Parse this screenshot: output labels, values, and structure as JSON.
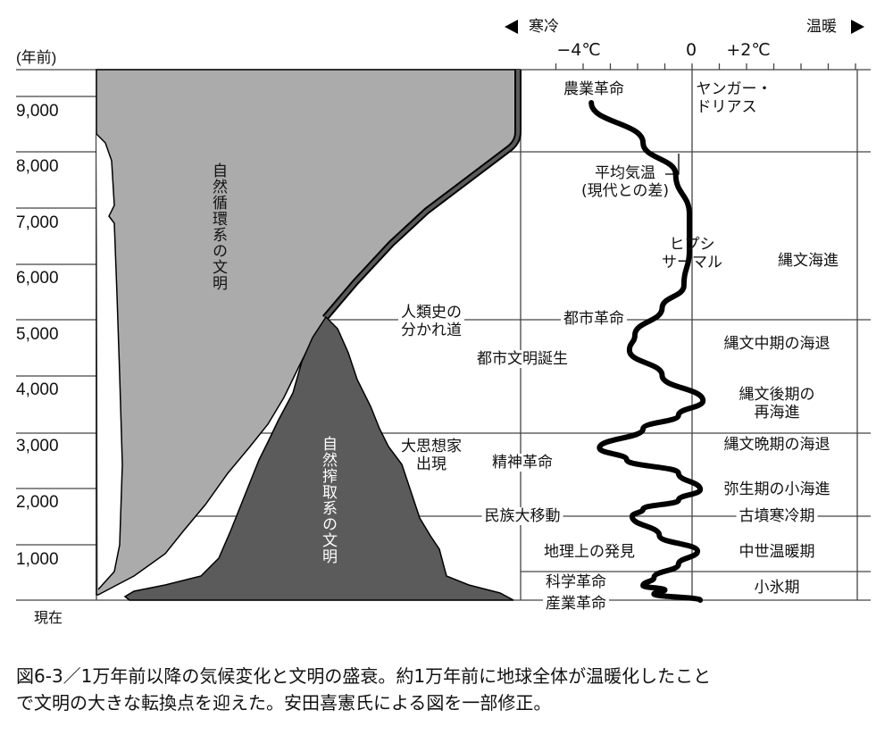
{
  "chart_data": {
    "type": "line",
    "title": "",
    "ylabel": "(年前)",
    "y_ticks": [
      "9,000",
      "8,000",
      "7,000",
      "6,000",
      "5,000",
      "4,000",
      "3,000",
      "2,000",
      "1,000"
    ],
    "y_origin_label": "現在",
    "ylim": [
      0,
      9430
    ],
    "xlim": [
      -5.7,
      6.3
    ],
    "x_ticks_values": [
      -5,
      -4,
      -3,
      -2,
      -1,
      0,
      1,
      2,
      3,
      4,
      5,
      6
    ],
    "x_tick_labels": {
      "m4": "−4℃",
      "zero": "0",
      "p2": "+2℃"
    },
    "cold_label": "寒冷",
    "warm_label": "温暖",
    "series": [
      {
        "name": "平均気温(現代との差)",
        "points": [
          [
            8855,
            -3.7
          ],
          [
            8140,
            -1.8
          ],
          [
            7580,
            -0.6
          ],
          [
            6870,
            -0.1
          ],
          [
            6230,
            -0.1
          ],
          [
            5600,
            -0.3
          ],
          [
            5200,
            -1.1
          ],
          [
            4720,
            -2.1
          ],
          [
            4450,
            -2.3
          ],
          [
            4000,
            -1.1
          ],
          [
            3550,
            0.4
          ],
          [
            3290,
            -0.5
          ],
          [
            3050,
            -1.8
          ],
          [
            2710,
            -3.4
          ],
          [
            2500,
            -2.4
          ],
          [
            2260,
            -0.5
          ],
          [
            1970,
            0.3
          ],
          [
            1780,
            -0.5
          ],
          [
            1620,
            -1.8
          ],
          [
            1490,
            -2.2
          ],
          [
            1150,
            -1.2
          ],
          [
            870,
            0.2
          ],
          [
            640,
            -0.5
          ],
          [
            400,
            -1.4
          ],
          [
            260,
            -1.8
          ],
          [
            180,
            -1.0
          ],
          [
            110,
            -1.4
          ],
          [
            0,
            0.3
          ]
        ]
      }
    ],
    "region_labels": {
      "natural_cycle": "自然循環系の文明",
      "natural_exploit": "自然搾取系の文明"
    },
    "annotations": {
      "curve_label_1": "平均気温",
      "curve_label_2": "(現代との差)",
      "nogyo": "農業革命",
      "younger_1": "ヤンガー・",
      "younger_2": "ドリアス",
      "hypsi_1": "ヒプシ",
      "hypsi_2": "サーマル",
      "jomon_kaishin": "縄文海進",
      "fork_1": "人類史の",
      "fork_2": "分かれ道",
      "toshi_kakumei": "都市革命",
      "toshi_bunmei": "都市文明誕生",
      "jomon_chuki": "縄文中期の海退",
      "jomon_koki_1": "縄文後期の",
      "jomon_koki_2": "再海進",
      "shisoka_1": "大思想家",
      "shisoka_2": "出現",
      "seishin": "精神革命",
      "jomon_banki": "縄文晩期の海退",
      "yayoi": "弥生期の小海進",
      "minzoku": "民族大移動",
      "kofun": "古墳寒冷期",
      "chiri": "地理上の発見",
      "chusei": "中世温暖期",
      "kagaku": "科学革命",
      "sangyo": "産業革命",
      "shohyoki": "小氷期"
    }
  },
  "caption": {
    "line1": "図6-3／1万年前以降の気候変化と文明の盛衰。約1万年前に地球全体が温暖化したこと",
    "line2": "で文明の大きな転換点を迎えた。安田喜憲氏による図を一部修正。"
  },
  "colors": {
    "light_gray": "#ababab",
    "dark_gray": "#5b5b5b",
    "curve": "#000000"
  }
}
